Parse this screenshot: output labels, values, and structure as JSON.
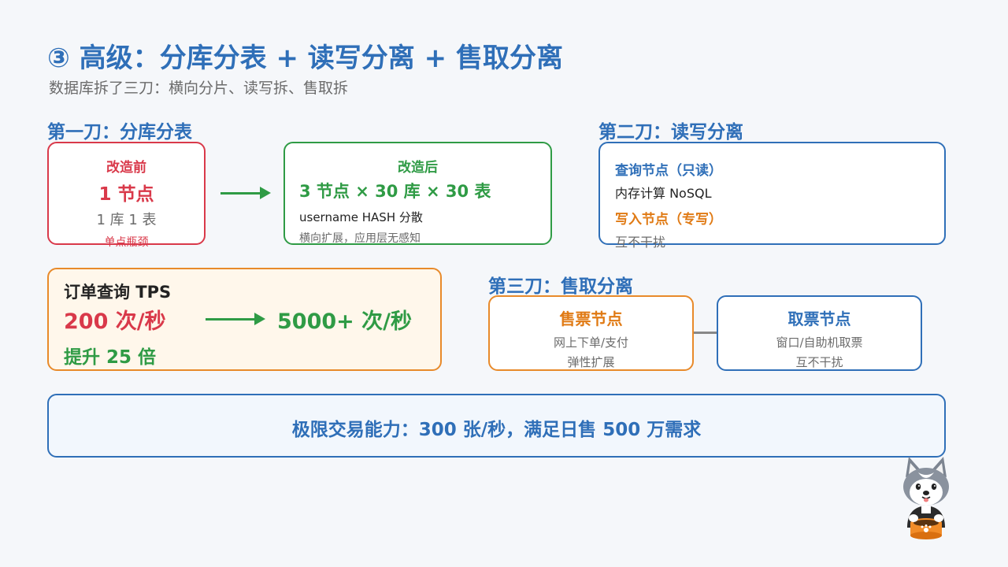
{
  "title": "③ 高级：分库分表 + 读写分离 + 售取分离",
  "subtitle": "数据库拆了三刀：横向分片、读写拆、售取拆",
  "cut1": {
    "heading": "第一刀：分库分表",
    "before": {
      "label": "改造前",
      "main": "1 节点",
      "detail": "1 库 1 表",
      "note": "单点瓶颈"
    },
    "after": {
      "label": "改造后",
      "main": "3 节点 × 30 库 × 30 表",
      "detail": "username HASH 分散",
      "note": "横向扩展，应用层无感知"
    }
  },
  "cut2": {
    "heading": "第二刀：读写分离",
    "read_title": "查询节点（只读）",
    "read_desc": "内存计算 NoSQL",
    "write_title": "写入节点（专写）",
    "write_desc": "互不干扰"
  },
  "tps": {
    "title": "订单查询 TPS",
    "before": "200 次/秒",
    "after": "5000+ 次/秒",
    "improve": "提升 25 倍"
  },
  "cut3": {
    "heading": "第三刀：售取分离",
    "sell_title": "售票节点",
    "sell_line1": "网上下单/支付",
    "sell_line2": "弹性扩展",
    "take_title": "取票节点",
    "take_line1": "窗口/自助机取票",
    "take_line2": "互不干扰"
  },
  "summary": "极限交易能力：300 张/秒，满足日售 500 万需求",
  "colors": {
    "blue": "#2f6fb8",
    "red": "#d9394a",
    "green": "#2f9b45",
    "orange": "#e07a14"
  },
  "mascot_icon": "husky-mascot-icon"
}
